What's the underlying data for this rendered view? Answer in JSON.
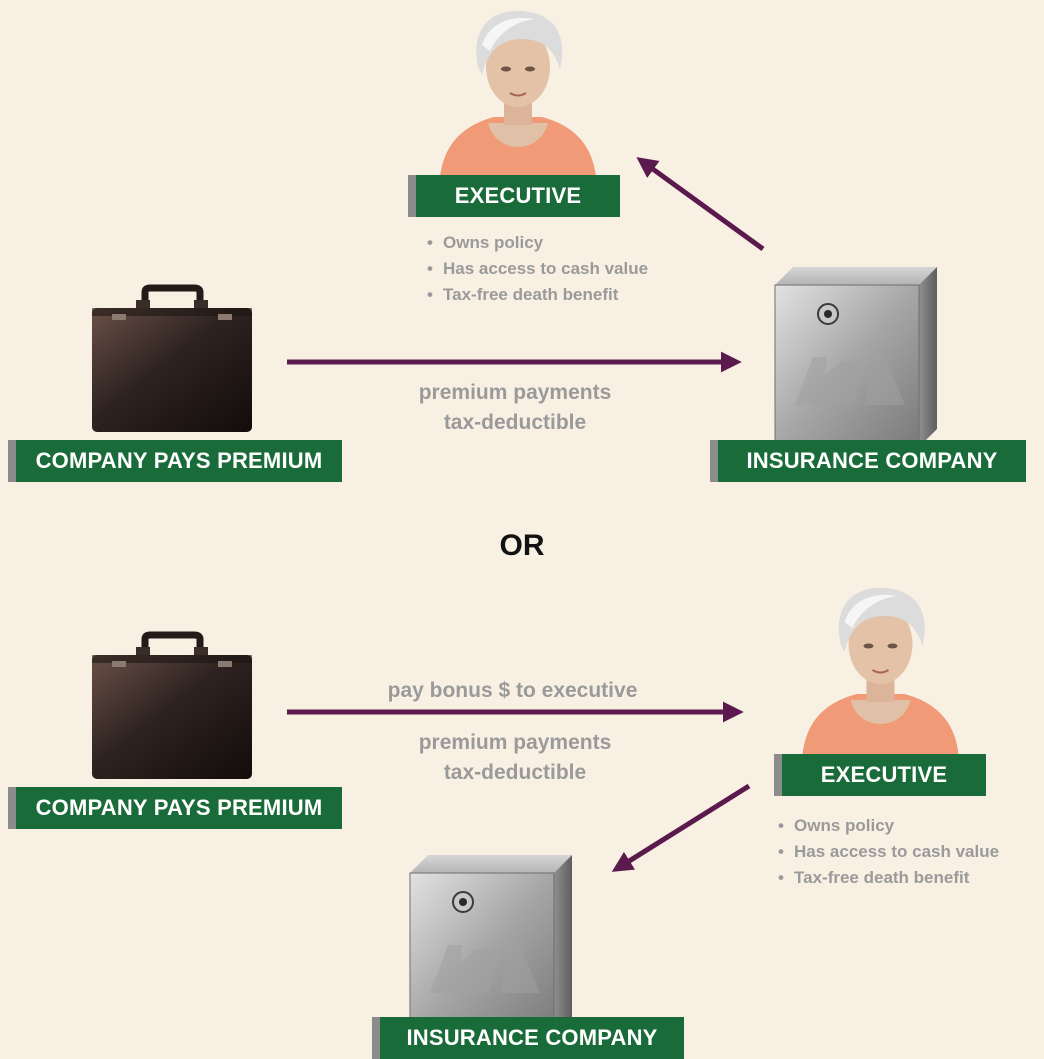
{
  "top": {
    "executive_label": "EXECUTIVE",
    "executive_points": [
      "Owns policy",
      "Has access to cash value",
      "Tax-free death benefit"
    ],
    "company_label": "COMPANY PAYS PREMIUM",
    "insurer_label": "INSURANCE COMPANY",
    "caption_line1": "premium payments",
    "caption_line2": "tax-deductible"
  },
  "divider": "OR",
  "bottom": {
    "executive_label": "EXECUTIVE",
    "executive_points": [
      "Owns policy",
      "Has access to cash value",
      "Tax-free death benefit"
    ],
    "company_label": "COMPANY PAYS PREMIUM",
    "insurer_label": "INSURANCE COMPANY",
    "bonus_caption": "pay bonus $ to executive",
    "caption_line1": "premium payments",
    "caption_line2": "tax-deductible"
  },
  "colors": {
    "background": "#f8f0e3",
    "label_green": "#1a6b3a",
    "arrow_purple": "#5a1a4d",
    "text_gray": "#9a9a9a"
  },
  "icons": [
    "executive-photo",
    "briefcase-icon",
    "safe-icon"
  ]
}
